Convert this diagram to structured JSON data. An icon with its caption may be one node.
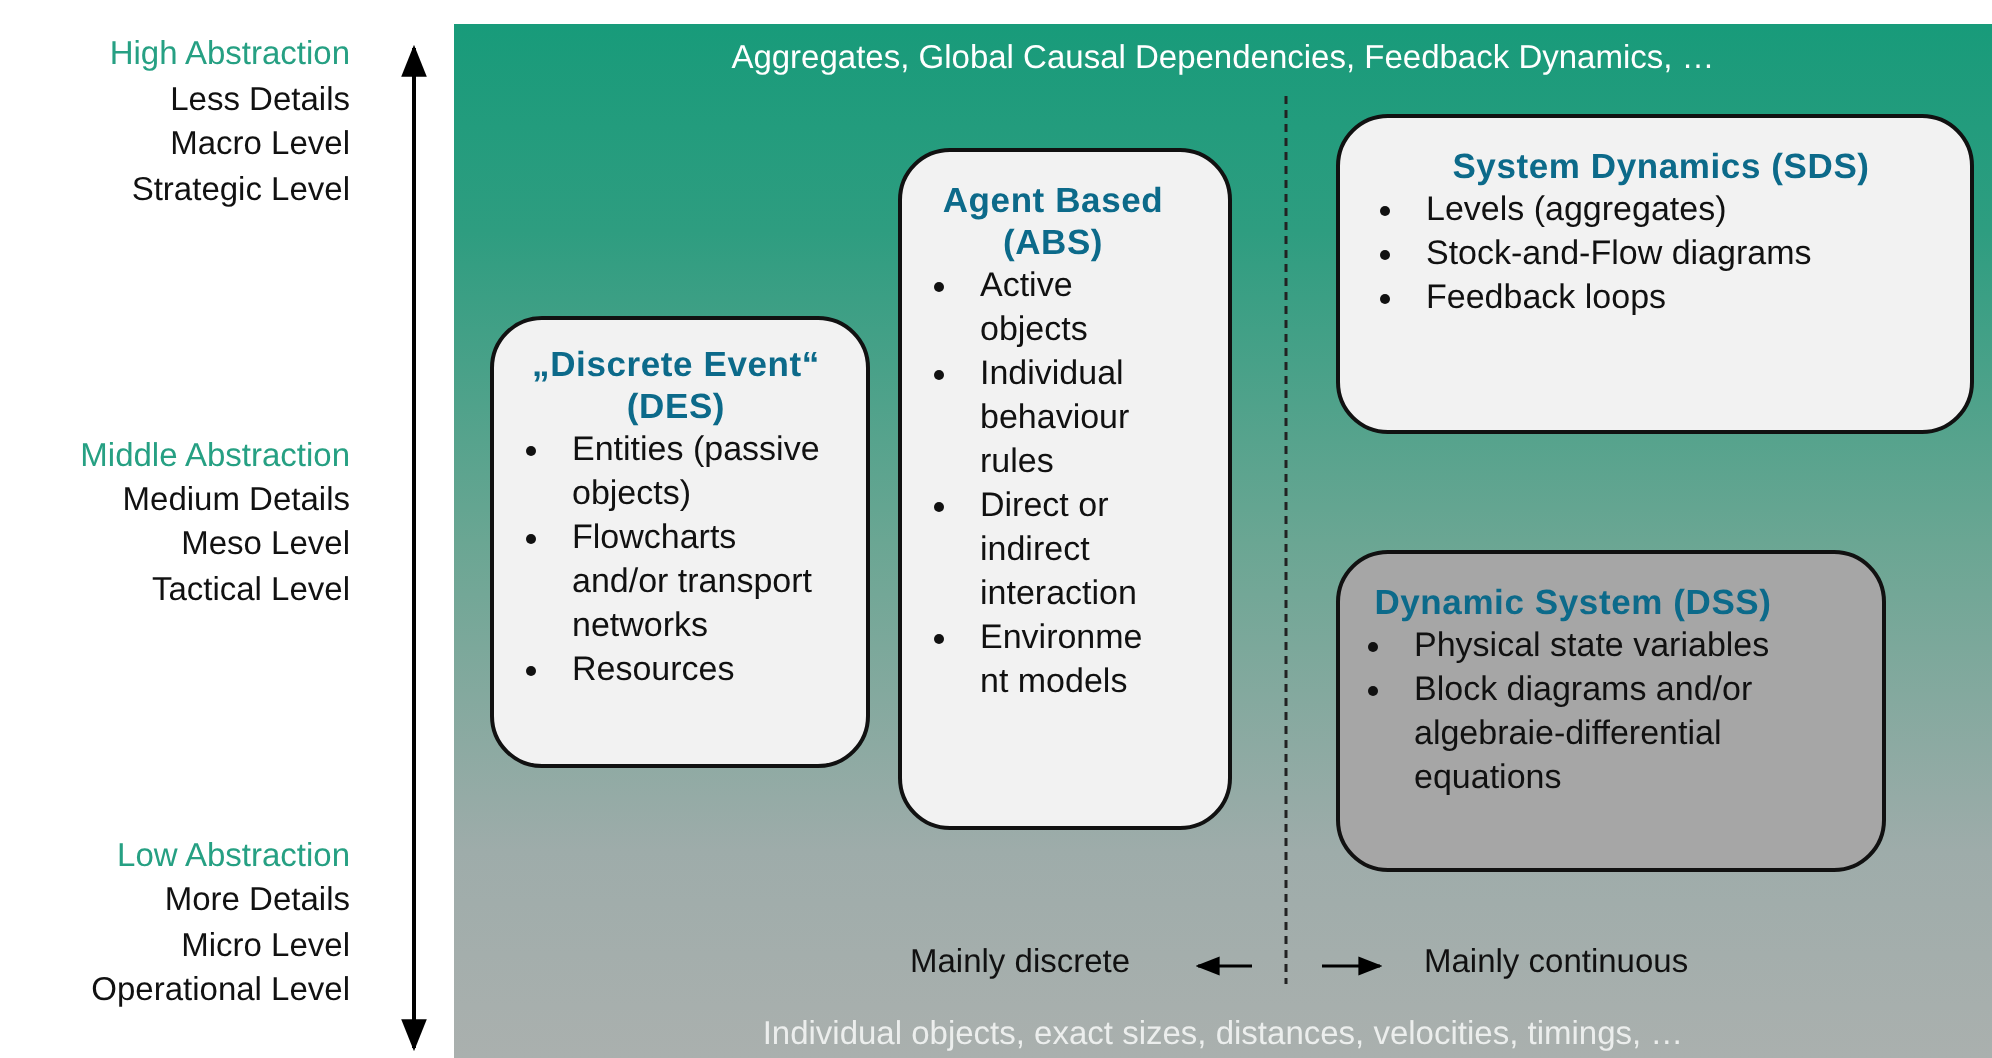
{
  "diagram": {
    "nodes": [
      {
        "text": [
          "Aggregates, Global Causal Dependencies, Feedback Dynamics, …",
          "Individual objects, exact sizes, distances, velocities, timings, …"
        ]
      },
      {
        "text": [
          "„Discrete Event“ (DES)",
          "Entities (passive objects)",
          "Flowcharts and/or transport networks",
          "Resources"
        ],
        "in": 0
      },
      {
        "text": [
          "Agent Based (ABS)",
          "Active objects",
          "Individual behaviour rules",
          "Direct or indirect interaction",
          "Environme nt models"
        ],
        "in": 0
      },
      {
        "text": [
          "System Dynamics (SDS)",
          "Levels (aggregates)",
          "Stock-and-Flow diagrams",
          "Feedback loops"
        ],
        "in": 0
      },
      {
        "text": [
          "Dynamic System (DSS)",
          "Physical state variables",
          "Block diagrams and/or algebraie-differential equations"
        ],
        "in": 0
      }
    ],
    "labels": [
      "High Abstraction",
      "Less Details",
      "Macro Level",
      "Strategic Level",
      "Middle Abstraction",
      "Medium Details",
      "Meso Level",
      "Tactical Level",
      "Low Abstraction",
      "More Details",
      "Micro Level",
      "Operational Level",
      "Mainly discrete",
      "Mainly continuous"
    ]
  }
}
